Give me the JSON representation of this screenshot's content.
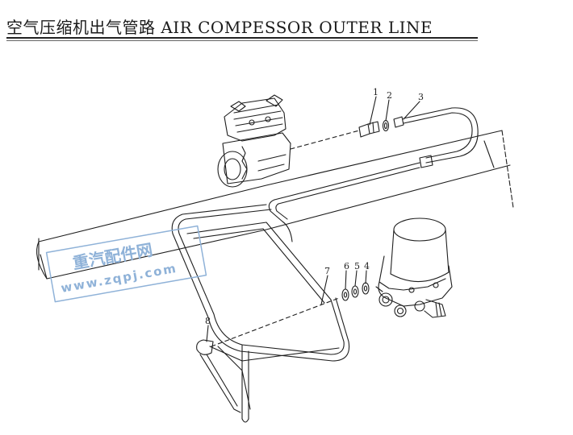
{
  "title": "空气压缩机出气管路 AIR COMPESSOR OUTER LINE",
  "callouts": [
    "1",
    "2",
    "3",
    "4",
    "5",
    "6",
    "7",
    "8"
  ],
  "watermark": {
    "line1": "重汽配件网",
    "line2": "www.zqpj.com",
    "color": "#8fb2d8"
  },
  "colors": {
    "line": "#1e1e1e",
    "paper": "#ffffff"
  }
}
